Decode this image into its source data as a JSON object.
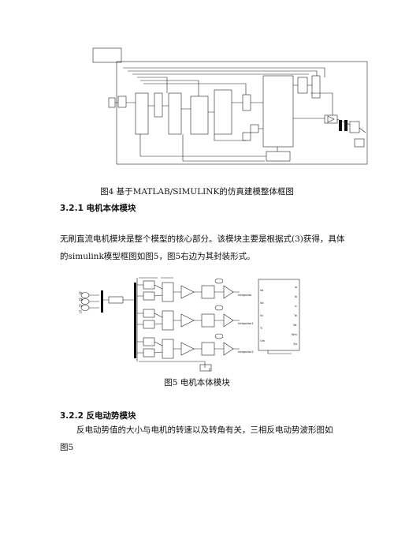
{
  "figure4": {
    "caption": "图4  基于MATLAB/SIMULINK的仿真建模整体框图"
  },
  "section_321": {
    "heading": "3.2.1 电机本体模块",
    "para_line1": "无刷直流电机模块是整个模型的核心部分。该模块主要是根据式(3)获得，具体",
    "para_line2": "的simulink模型框图如图5，图5右边为其封装形式。"
  },
  "figure5": {
    "caption": "图5  电机本体模块",
    "left_inputs": [
      "Va",
      "Vb",
      "Vc",
      "Tl"
    ],
    "integrator_labels": [
      "Integrator",
      "Integrator1",
      "Integrator2"
    ],
    "masked_left_ports": [
      "Va",
      "Vb",
      "Vc",
      "Tl",
      "Om"
    ],
    "masked_right_ports": [
      "ia",
      "ib",
      "ic",
      "Te",
      "Wr",
      "Wm",
      "Ea"
    ]
  },
  "section_322": {
    "heading": "3.2.2  反电动势模块",
    "para_line1": "反电动势值的大小与电机的转速以及转角有关，三相反电动势波形图如",
    "para_line2": "图5"
  }
}
